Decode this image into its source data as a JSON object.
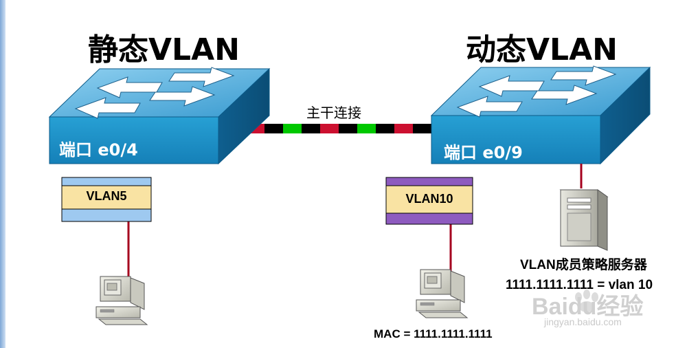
{
  "titles": {
    "static": "静态VLAN",
    "dynamic": "动态VLAN"
  },
  "trunk_label": "主干连接",
  "left_switch": {
    "port_label": "端口 e0/4",
    "vlan_label": "VLAN5",
    "vlan_color": "#f9e3a3",
    "vlan_band_color": "#9ec9f0"
  },
  "right_switch": {
    "port_label": "端口 e0/9",
    "vlan_label": "VLAN10",
    "vlan_color": "#f9e3a3",
    "vlan_band_color": "#8e5bbf"
  },
  "server": {
    "title": "VLAN成员策略服务器",
    "mapping": "1111.1111.1111 = vlan 10"
  },
  "host_mac": "MAC = 1111.1111.1111",
  "watermark": {
    "brand": "Baidu经验",
    "url": "jingyan.baidu.com"
  },
  "colors": {
    "switch_top": "#4fa8d8",
    "switch_front": "#1f8cc4",
    "link_red": "#a5001e",
    "trunk_green": "#00c800",
    "trunk_red": "#cc1030",
    "trunk_black": "#000000"
  }
}
